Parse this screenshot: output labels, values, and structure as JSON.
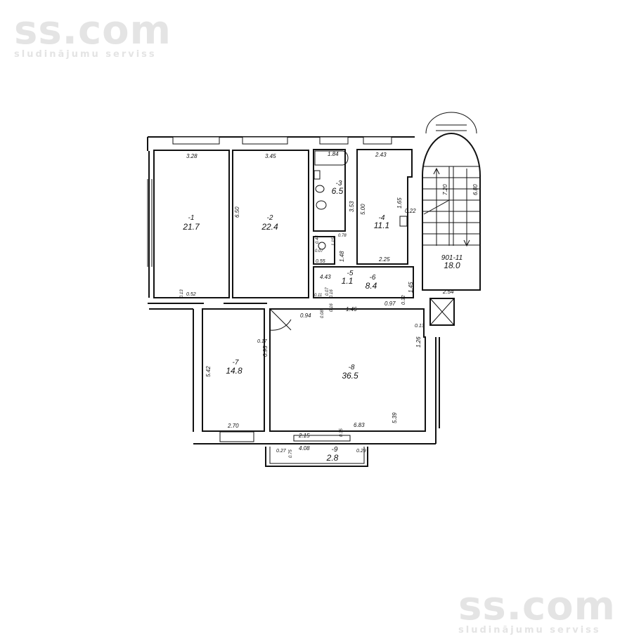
{
  "watermark": {
    "logo": "ss.com",
    "tagline": "sludinājumu serviss"
  },
  "rooms": [
    {
      "number": "-1",
      "area": "21.7"
    },
    {
      "number": "-2",
      "area": "22.4"
    },
    {
      "number": "-3",
      "area": "6.5"
    },
    {
      "number": "-4",
      "area": "11.1"
    },
    {
      "number": "-5",
      "area": "1.1"
    },
    {
      "number": "-6",
      "area": "8.4"
    },
    {
      "number": "901-11",
      "area": "18.0"
    },
    {
      "number": "-7",
      "area": "14.8"
    },
    {
      "number": "-8",
      "area": "36.5"
    },
    {
      "number": "-9",
      "area": "2.8"
    }
  ],
  "dimensions": [
    "3.28",
    "3.45",
    "1.84",
    "2.43",
    "6.50",
    "3.53",
    "5.00",
    "1.65",
    "0.22",
    "7.20",
    "6.80",
    "0.78",
    "0.44",
    "0.07",
    "1.15",
    "1.48",
    "0.55",
    "2.25",
    "4.43",
    "1.45",
    "0.11",
    "0.07",
    "0.16",
    "0.13",
    "0.52",
    "1.46",
    "0.97",
    "0.32",
    "2.54",
    "0.94",
    "0.08",
    "0.16",
    "0.13",
    "1.26",
    "0.17",
    "0.95",
    "5.42",
    "2.70",
    "6.83",
    "5.39",
    "2.15",
    "0.35",
    "4.08",
    "0.27",
    "0.75",
    "0.29"
  ]
}
